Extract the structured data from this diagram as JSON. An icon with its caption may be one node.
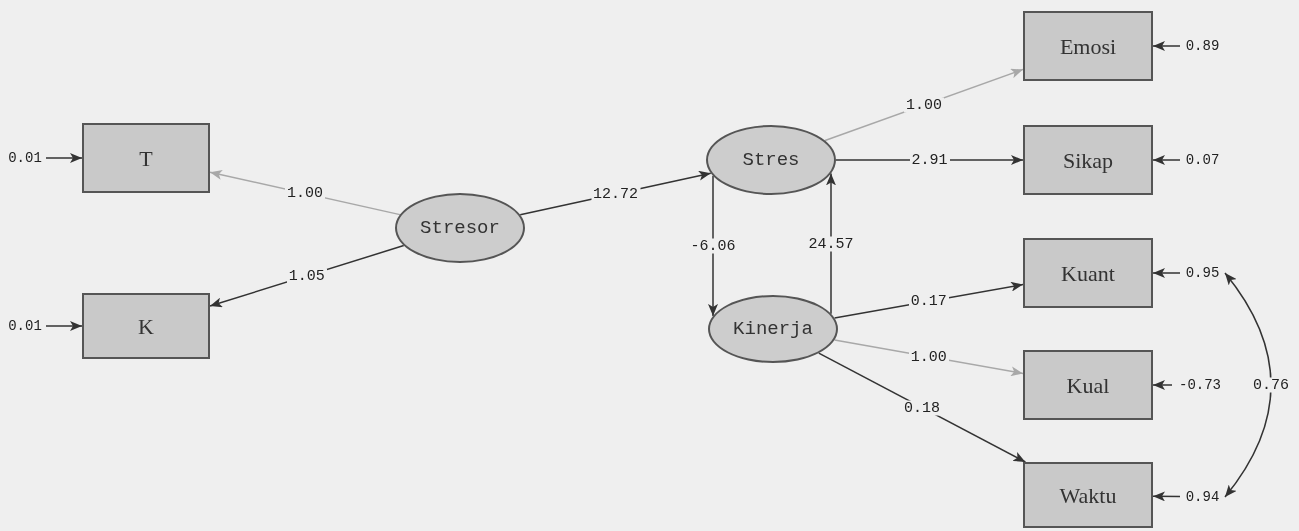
{
  "diagram": {
    "nodes": [
      {
        "text": [
          "T"
        ]
      },
      {
        "text": [
          "K"
        ]
      },
      {
        "text": [
          "Stresor"
        ]
      },
      {
        "text": [
          "Stres"
        ]
      },
      {
        "text": [
          "Kinerja"
        ]
      },
      {
        "text": [
          "Emosi"
        ]
      },
      {
        "text": [
          "Sikap"
        ]
      },
      {
        "text": [
          "Kuant"
        ]
      },
      {
        "text": [
          "Kual"
        ]
      },
      {
        "text": [
          "Waktu"
        ]
      },
      {
        "text": [
          "0.01"
        ]
      },
      {
        "text": [
          "0.01"
        ]
      },
      {
        "text": [
          "0.89"
        ]
      },
      {
        "text": [
          "0.07"
        ]
      },
      {
        "text": [
          "0.95"
        ]
      },
      {
        "text": [
          "-0.73"
        ]
      },
      {
        "text": [
          "0.94"
        ]
      }
    ],
    "edges": [
      {
        "from": 2,
        "to": 0,
        "arrow": "to",
        "label": "1.00",
        "color": "#a8a8a8"
      },
      {
        "from": 2,
        "to": 1,
        "arrow": "to",
        "label": "1.05"
      },
      {
        "from": 2,
        "to": 3,
        "arrow": "to",
        "label": "12.72"
      },
      {
        "from": 3,
        "to": 5,
        "arrow": "to",
        "label": "1.00",
        "color": "#a8a8a8"
      },
      {
        "from": 3,
        "to": 6,
        "arrow": "to",
        "label": "2.91"
      },
      {
        "from": 3,
        "to": 4,
        "arrow": "to",
        "label": "-6.06"
      },
      {
        "from": 4,
        "to": 3,
        "arrow": "to",
        "label": "24.57"
      },
      {
        "from": 4,
        "to": 7,
        "arrow": "to",
        "label": "0.17"
      },
      {
        "from": 4,
        "to": 8,
        "arrow": "to",
        "label": "1.00",
        "color": "#a8a8a8"
      },
      {
        "from": 4,
        "to": 9,
        "arrow": "to",
        "label": "0.18"
      },
      {
        "from": 10,
        "to": 0,
        "arrow": "to"
      },
      {
        "from": 11,
        "to": 1,
        "arrow": "to"
      },
      {
        "from": 12,
        "to": 5,
        "arrow": "to"
      },
      {
        "from": 13,
        "to": 6,
        "arrow": "to"
      },
      {
        "from": 14,
        "to": 7,
        "arrow": "to"
      },
      {
        "from": 15,
        "to": 8,
        "arrow": "to"
      },
      {
        "from": 16,
        "to": 9,
        "arrow": "to"
      },
      {
        "from": 14,
        "to": 16,
        "arrow": "both",
        "label": "0.76"
      }
    ]
  }
}
